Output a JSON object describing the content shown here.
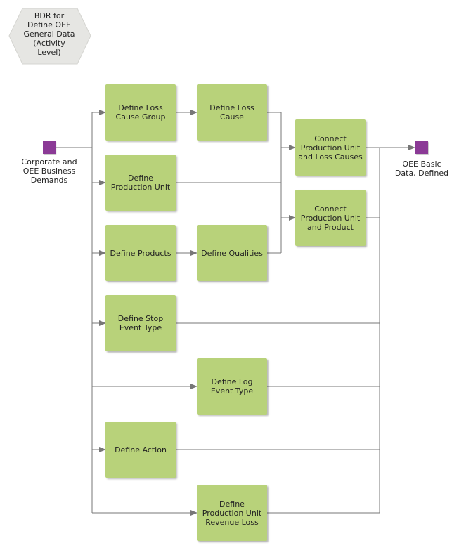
{
  "title": "BDR for\nDefine OEE\nGeneral Data\n(Activity\nLevel)",
  "colors": {
    "activity": "#b8d27a",
    "event": "#8b3a96",
    "connector": "#777777",
    "title_hex": "#e6e6e3"
  },
  "start_event": {
    "label": "Corporate and\nOEE Business\nDemands"
  },
  "end_event": {
    "label": "OEE Basic\nData, Defined"
  },
  "activities": {
    "define_loss_cause_group": "Define Loss\nCause Group",
    "define_loss_cause": "Define Loss\nCause",
    "connect_pu_loss_causes": "Connect\nProduction Unit\nand Loss Causes",
    "define_production_unit": "Define\nProduction Unit",
    "connect_pu_product": "Connect\nProduction Unit\nand Product",
    "define_products": "Define Products",
    "define_qualities": "Define Qualities",
    "define_stop_event_type": "Define Stop\nEvent Type",
    "define_log_event_type": "Define Log\nEvent Type",
    "define_action": "Define Action",
    "define_pu_revenue_loss": "Define\nProduction Unit\nRevenue Loss"
  }
}
